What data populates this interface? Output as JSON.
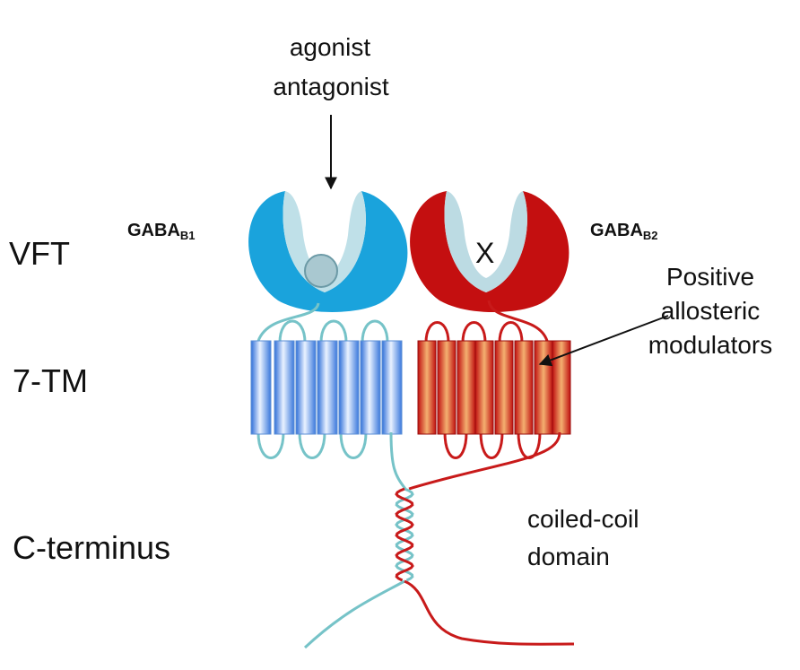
{
  "labels": {
    "agonist": "agonist",
    "antagonist": "antagonist",
    "vft": "VFT",
    "tm": "7-TM",
    "cterm": "C-terminus",
    "x_mark": "X",
    "pam_line1": "Positive",
    "pam_line2": "allosteric",
    "pam_line3": "modulators",
    "coil_line1": "coiled-coil",
    "coil_line2": "domain"
  },
  "subunits": {
    "b1": {
      "name": "GABA",
      "sub": "B1"
    },
    "b2": {
      "name": "GABA",
      "sub": "B2"
    }
  },
  "colors": {
    "b1_main": "#1aa3dc",
    "b1_light": "#bfe0e8",
    "b1_loop": "#76c3c8",
    "b2_main": "#c40f10",
    "b2_light": "#bcdbe3",
    "b2_loop": "#c81a1a",
    "ligand": "#a9c8d0"
  }
}
